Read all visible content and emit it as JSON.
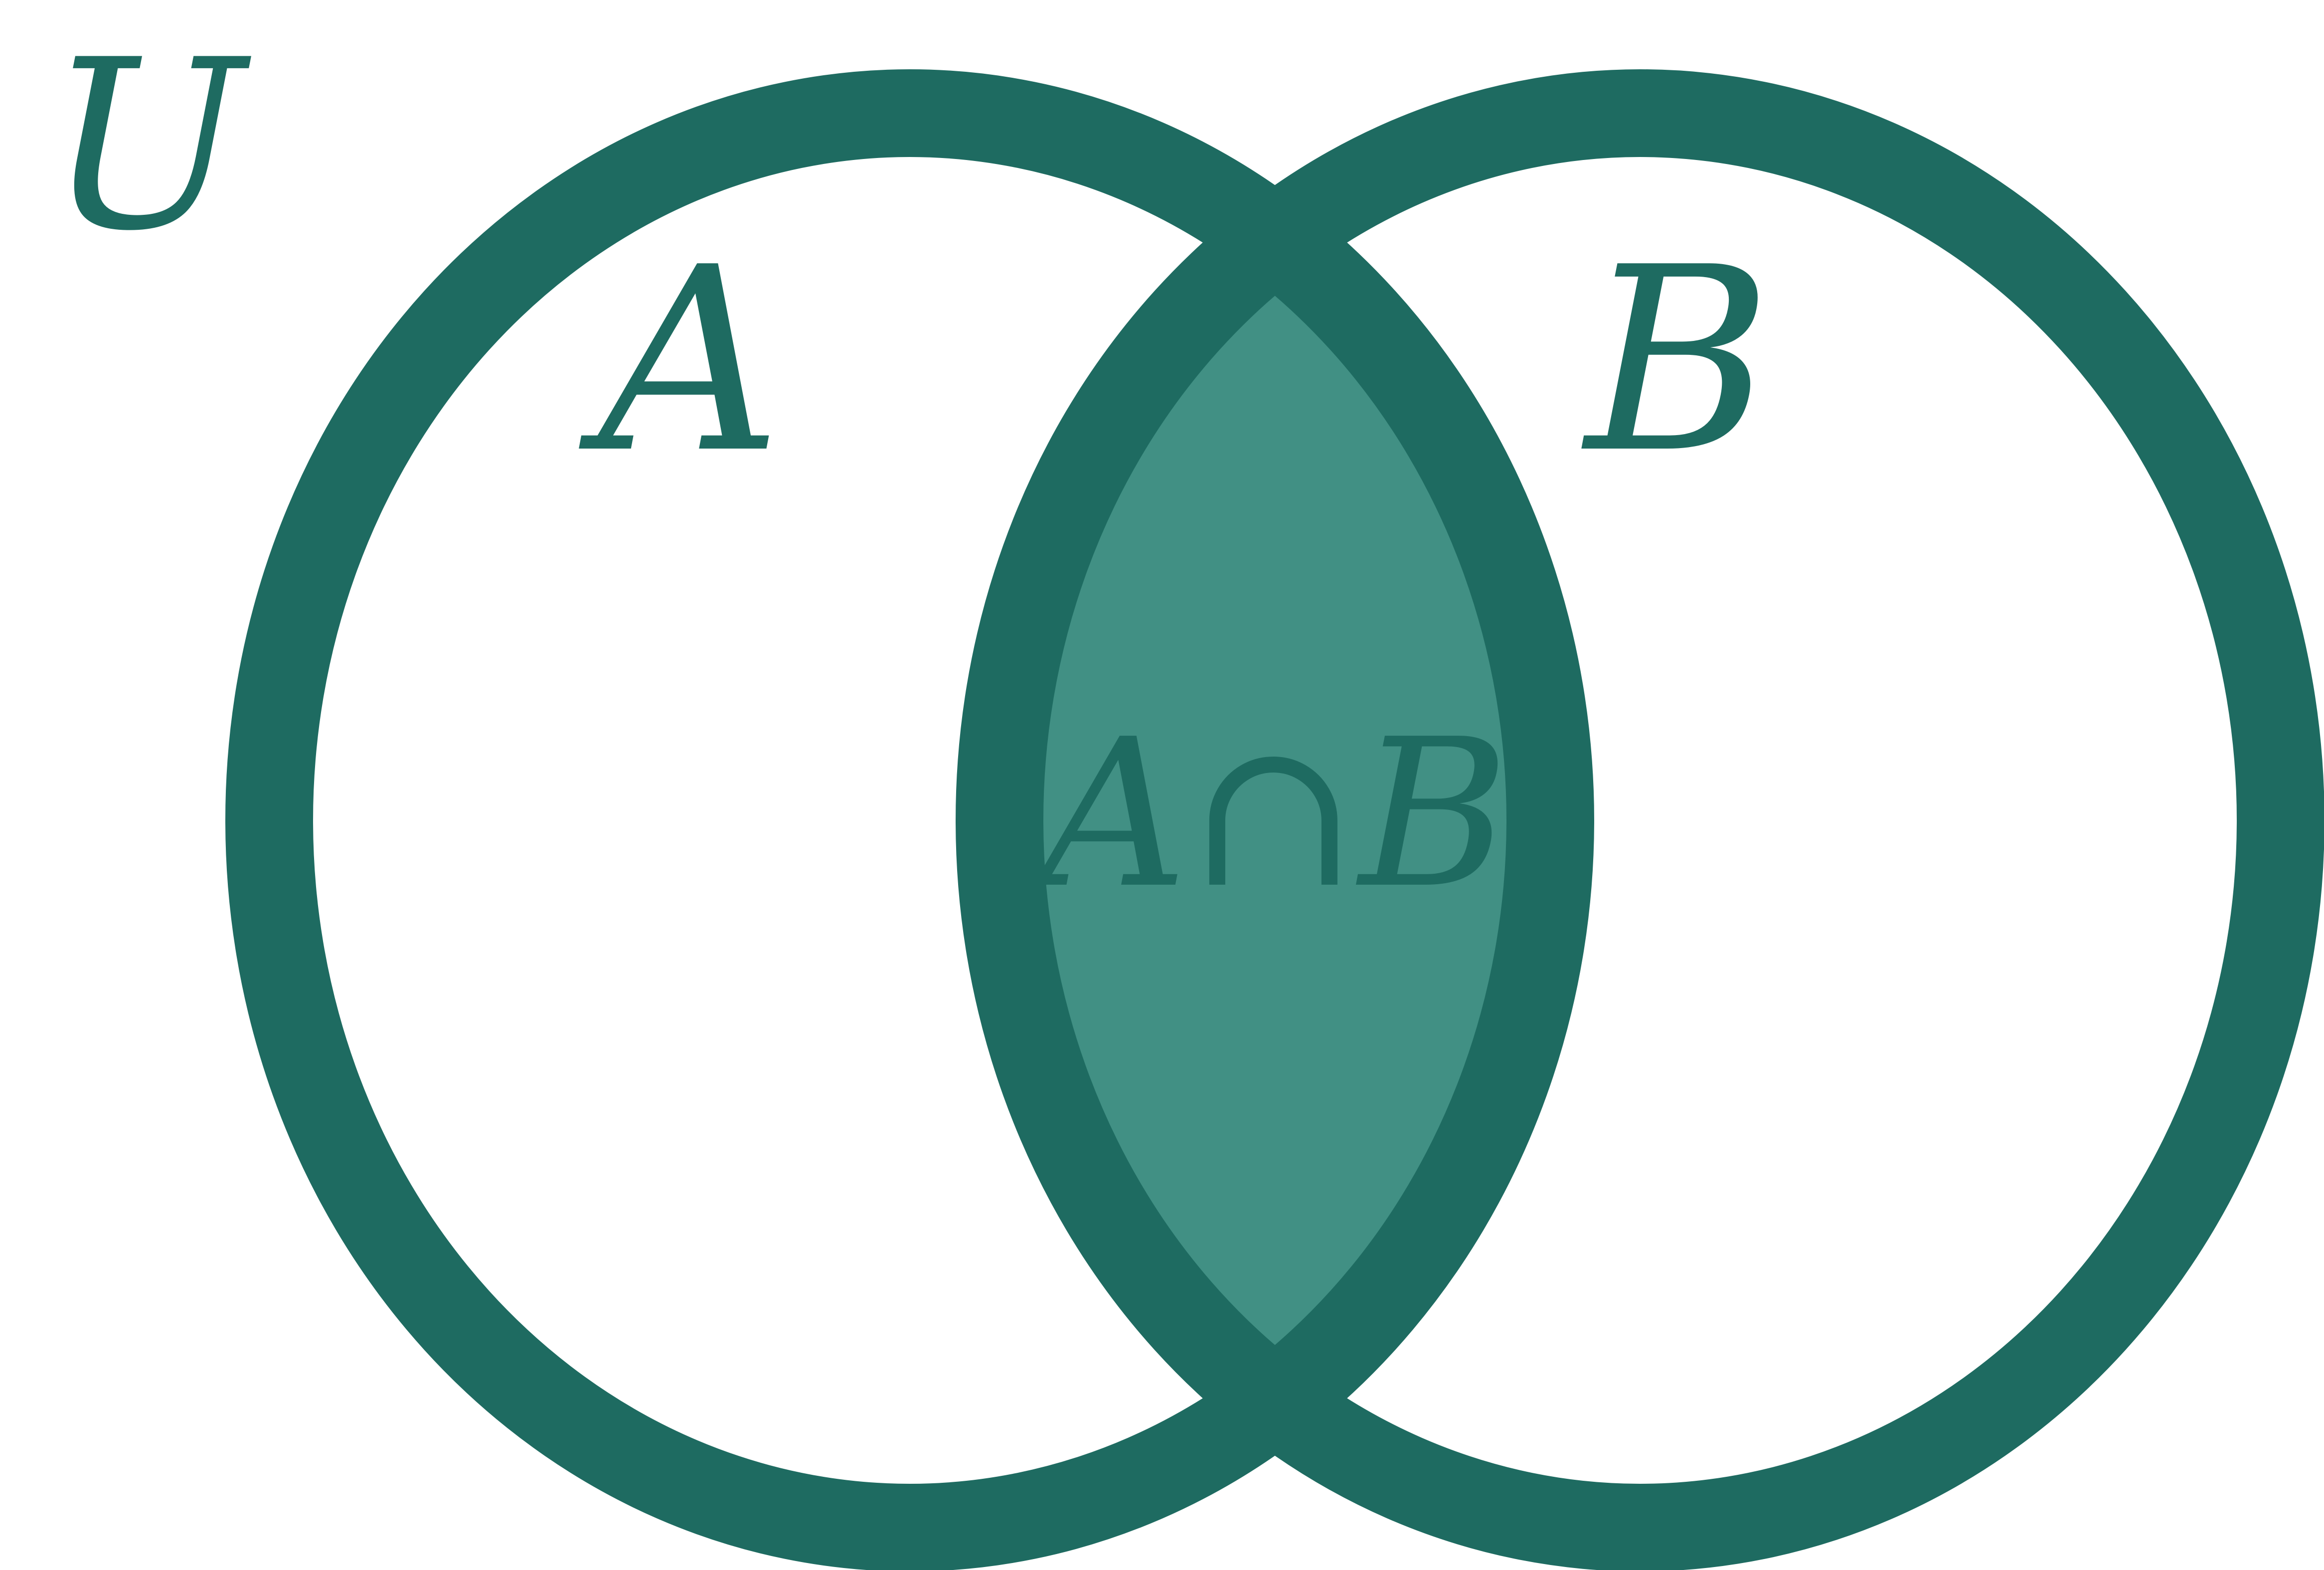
{
  "universe_label": "U",
  "sets": [
    {
      "label": "A"
    },
    {
      "label": "B"
    }
  ],
  "intersection_label": "A∩B",
  "colors": {
    "background": "#ffffff",
    "outline": "#1e6b61",
    "intersection_fill": "#419084",
    "text": "#1e6b61"
  }
}
